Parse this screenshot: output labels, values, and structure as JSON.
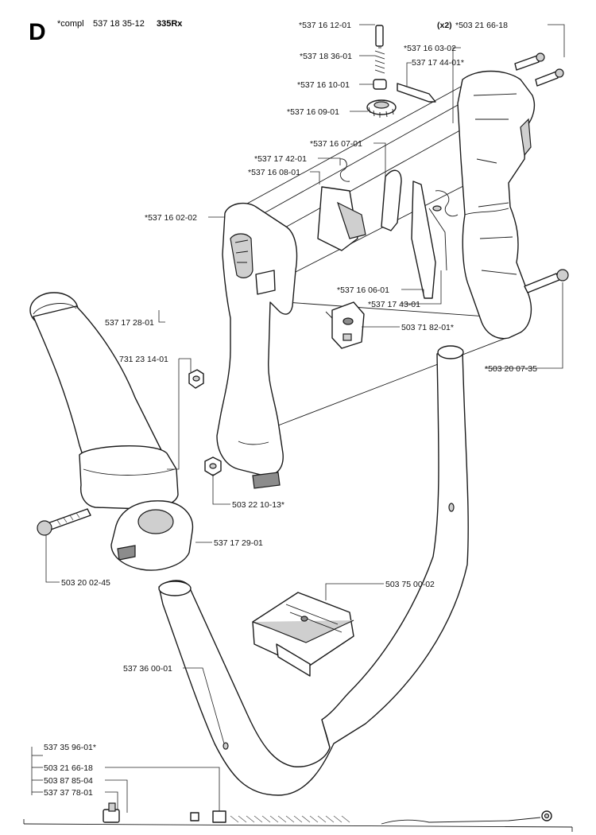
{
  "header": {
    "section_letter": "D",
    "prefix": "*compl",
    "kit_number": "537 18 35-12",
    "model": "335Rx"
  },
  "labels": {
    "p_537_16_12_01": "*537 16 12-01",
    "p_537_18_36_01": "*537 18 36-01",
    "p_537_16_10_01": "*537 16 10-01",
    "p_537_16_09_01": "*537 16 09-01",
    "p_537_16_07_01": "*537 16 07-01",
    "p_537_17_42_01": "*537 17 42-01",
    "p_537_16_08_01": "*537 16 08-01",
    "p_537_16_02_02": "*537 16 02-02",
    "qty_x2": "(x2)",
    "p_503_21_66_18_top": "*503 21 66-18",
    "p_537_16_03_02": "*537 16 03-02",
    "p_537_17_44_01": "537 17 44-01*",
    "p_537_17_28_01": "537 17 28-01",
    "p_731_23_14_01": "731 23 14-01",
    "p_537_16_06_01": "*537 16 06-01",
    "p_537_17_43_01": "*537 17 43-01",
    "p_503_71_82_01": "503 71 82-01*",
    "p_503_20_07_35": "*503 20 07-35",
    "p_503_22_10_13": "503 22 10-13*",
    "p_537_17_29_01": "537 17 29-01",
    "p_503_20_02_45": "503 20 02-45",
    "p_503_75_00_02": "503 75 00-02",
    "p_537_36_00_01": "537 36 00-01",
    "p_537_35_96_01": "537 35 96-01*",
    "p_503_21_66_18_bottom": "503 21 66-18",
    "p_503_87_85_04": "503 87 85-04",
    "p_537_37_78_01": "537 37 78-01"
  }
}
